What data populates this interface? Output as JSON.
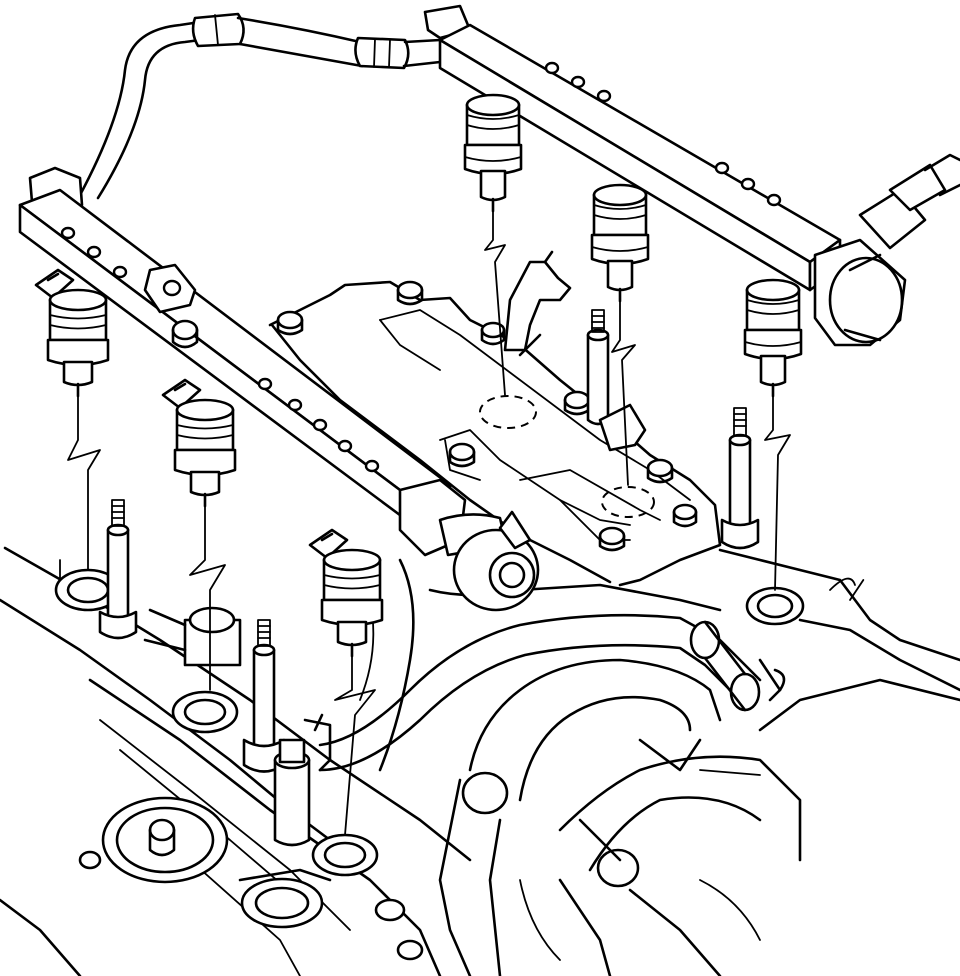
{
  "diagram": {
    "kind": "exploded-technical-illustration",
    "subject": "fuel-rails-and-injectors",
    "text_labels": [],
    "colors": {
      "line": "#000000",
      "background": "#ffffff"
    },
    "parts": {
      "fuel_rails": 2,
      "fuel_injectors": 6,
      "mounting_studs": 4,
      "crossover_hose": 1,
      "pressure_regulator": 1
    }
  }
}
